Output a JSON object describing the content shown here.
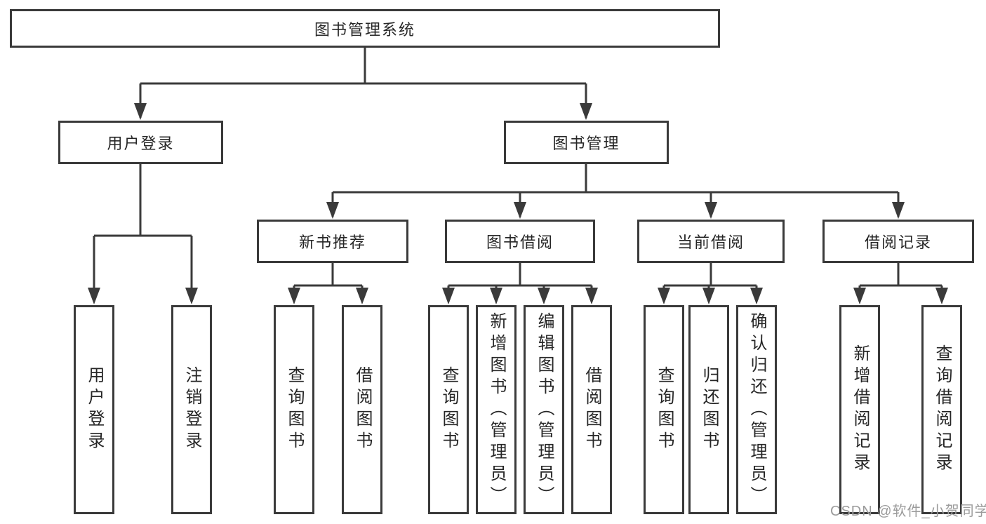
{
  "tree": {
    "root": {
      "label": "图书管理系统",
      "children": [
        {
          "label": "用户登录",
          "children": [
            {
              "label": "用户登录"
            },
            {
              "label": "注销登录"
            }
          ]
        },
        {
          "label": "图书管理",
          "children": [
            {
              "label": "新书推荐",
              "children": [
                {
                  "label": "查询图书"
                },
                {
                  "label": "借阅图书"
                }
              ]
            },
            {
              "label": "图书借阅",
              "children": [
                {
                  "label": "查询图书"
                },
                {
                  "label": "新增图书（管理员）"
                },
                {
                  "label": "编辑图书（管理员）"
                },
                {
                  "label": "借阅图书"
                }
              ]
            },
            {
              "label": "当前借阅",
              "children": [
                {
                  "label": "查询图书"
                },
                {
                  "label": "归还图书"
                },
                {
                  "label": "确认归还（管理员）"
                }
              ]
            },
            {
              "label": "借阅记录",
              "children": [
                {
                  "label": "新增借阅记录"
                },
                {
                  "label": "查询借阅记录"
                }
              ]
            }
          ]
        }
      ]
    }
  },
  "watermark": {
    "text": "CSDN @软件_小贺同学"
  },
  "colors": {
    "line": "#3a3a3a",
    "text": "#262626",
    "watermark": "#9b9b9b",
    "background": "#ffffff"
  }
}
